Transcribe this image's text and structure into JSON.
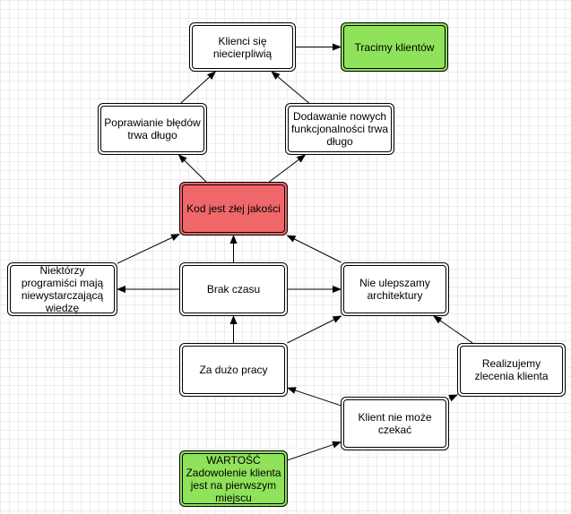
{
  "diagram": {
    "nodes": {
      "klienci_niecierpliwi": {
        "text": "Klienci się\nniecierpliwią",
        "fill": "#ffffff"
      },
      "tracimy_klientow": {
        "text": "Tracimy klientów",
        "fill": "#8fe25a"
      },
      "poprawianie_bledow": {
        "text": "Poprawianie błędów\ntrwa długo",
        "fill": "#ffffff"
      },
      "dodawanie_funkcji": {
        "text": "Dodawanie nowych\nfunkcjonalności trwa\ndługo",
        "fill": "#ffffff"
      },
      "kod_zlej_jakosci": {
        "text": "Kod jest złej jakości",
        "fill": "#f0676a"
      },
      "niektorzy_programisci": {
        "text": "Niektórzy\nprogramiści mają\nniewystarczającą\nwiedzę",
        "fill": "#ffffff"
      },
      "brak_czasu": {
        "text": "Brak czasu",
        "fill": "#ffffff"
      },
      "nie_ulepszamy": {
        "text": "Nie ulepszamy\narchitektury",
        "fill": "#ffffff"
      },
      "za_duzo_pracy": {
        "text": "Za dużo pracy",
        "fill": "#ffffff"
      },
      "realizujemy_zlecenia": {
        "text": "Realizujemy\nzlecenia klienta",
        "fill": "#ffffff"
      },
      "klient_nie_moze": {
        "text": "Klient nie może\nczekać",
        "fill": "#ffffff"
      },
      "wartosc": {
        "text": "WARTOŚĆ\nZadowolenie klienta\njest na pierwszym\nmiejscu",
        "fill": "#8fe25a"
      }
    },
    "edges": [
      {
        "from": "klienci_niecierpliwi",
        "to": "tracimy_klientow"
      },
      {
        "from": "poprawianie_bledow",
        "to": "klienci_niecierpliwi"
      },
      {
        "from": "dodawanie_funkcji",
        "to": "klienci_niecierpliwi"
      },
      {
        "from": "kod_zlej_jakosci",
        "to": "poprawianie_bledow"
      },
      {
        "from": "kod_zlej_jakosci",
        "to": "dodawanie_funkcji"
      },
      {
        "from": "niektorzy_programisci",
        "to": "kod_zlej_jakosci"
      },
      {
        "from": "brak_czasu",
        "to": "kod_zlej_jakosci"
      },
      {
        "from": "nie_ulepszamy",
        "to": "kod_zlej_jakosci"
      },
      {
        "from": "brak_czasu",
        "to": "niektorzy_programisci"
      },
      {
        "from": "brak_czasu",
        "to": "nie_ulepszamy"
      },
      {
        "from": "za_duzo_pracy",
        "to": "brak_czasu"
      },
      {
        "from": "za_duzo_pracy",
        "to": "nie_ulepszamy"
      },
      {
        "from": "realizujemy_zlecenia",
        "to": "nie_ulepszamy"
      },
      {
        "from": "klient_nie_moze",
        "to": "za_duzo_pracy"
      },
      {
        "from": "klient_nie_moze",
        "to": "realizujemy_zlecenia"
      },
      {
        "from": "wartosc",
        "to": "klient_nie_moze"
      }
    ]
  }
}
